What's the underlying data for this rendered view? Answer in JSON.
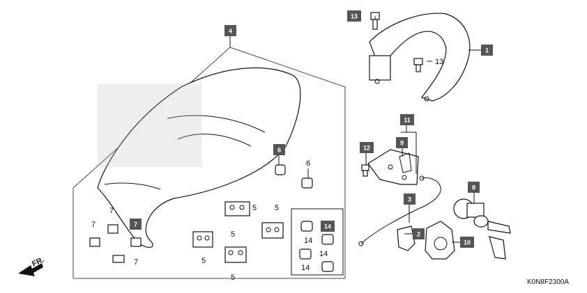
{
  "callouts_boxed": [
    "1",
    "2",
    "3",
    "4",
    "6",
    "7",
    "8",
    "9",
    "10",
    "11",
    "12",
    "13",
    "14"
  ],
  "callouts_plain": [
    "13",
    "5",
    "5",
    "5",
    "5",
    "5",
    "6",
    "7",
    "7",
    "7",
    "14",
    "14",
    "14"
  ],
  "fr_label": "FR.",
  "ref_code": "K0N8F2300A",
  "colors": {
    "box": "#555555",
    "line": "#111111"
  }
}
